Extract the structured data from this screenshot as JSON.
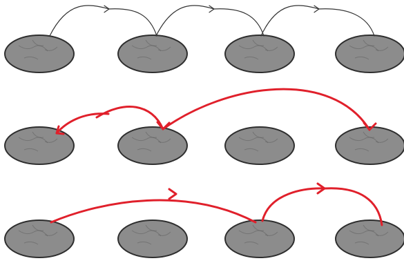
{
  "colors": {
    "background": "#ffffff",
    "stone_fill": "#8c8c8c",
    "stone_outline": "#2e2e2e",
    "stone_texture": "#5e5e5e",
    "row1_arrow": "#333333",
    "row2_arrow": "#e0202b",
    "row3_arrow": "#e0202b"
  },
  "rows": [
    {
      "stones": 4,
      "arrow_style": "thin black",
      "jumps": [
        {
          "from": 1,
          "to": 2
        },
        {
          "from": 2,
          "to": 3
        },
        {
          "from": 3,
          "to": 4
        }
      ]
    },
    {
      "stones": 4,
      "arrow_style": "thick red",
      "jumps": [
        {
          "from": 2,
          "to": 1
        },
        {
          "from": 1,
          "to": 2
        },
        {
          "from": 2,
          "to": 4
        }
      ]
    },
    {
      "stones": 4,
      "arrow_style": "thick red",
      "jumps": [
        {
          "from": 1,
          "to": 3
        },
        {
          "from": 3,
          "to": 4
        }
      ]
    }
  ]
}
